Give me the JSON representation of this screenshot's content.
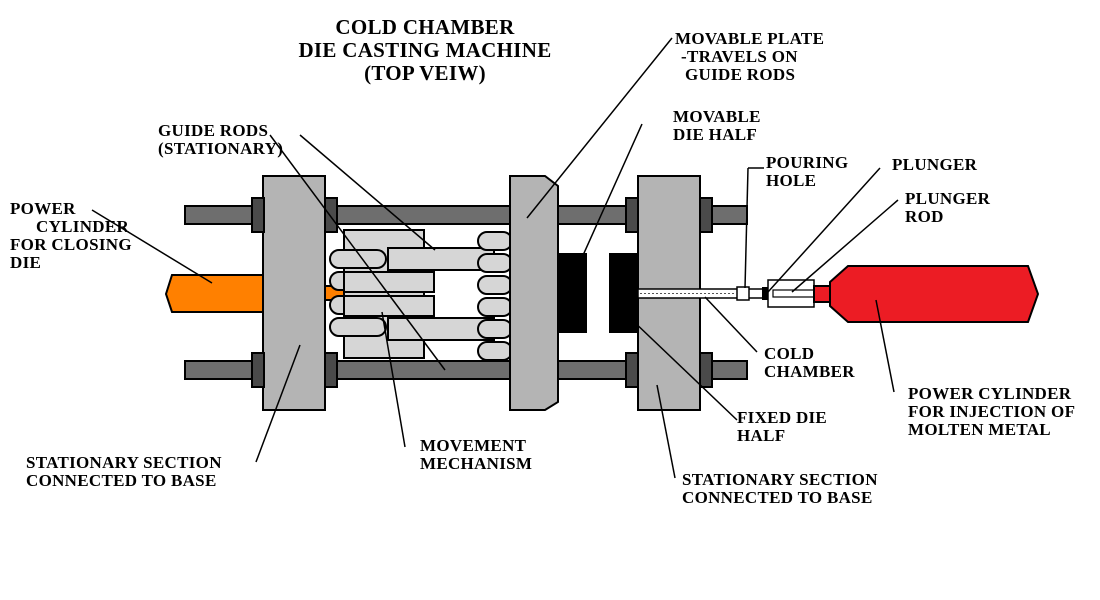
{
  "title": {
    "line1": "COLD CHAMBER",
    "line2": "DIE CASTING MACHINE",
    "line3": "(TOP VEIW)"
  },
  "labels": {
    "movable_plate": {
      "line1": "MOVABLE PLATE",
      "line2": "-TRAVELS ON",
      "line3": "GUIDE RODS"
    },
    "movable_die_half": {
      "line1": "MOVABLE",
      "line2": "DIE HALF"
    },
    "guide_rods": {
      "line1": "GUIDE RODS",
      "line2": "(STATIONARY)"
    },
    "pouring_hole": {
      "line1": "POURING",
      "line2": "HOLE"
    },
    "plunger": {
      "line1": "PLUNGER"
    },
    "plunger_rod": {
      "line1": "PLUNGER",
      "line2": "ROD"
    },
    "power_cylinder_closing": {
      "line1": "POWER",
      "line2": "CYLINDER",
      "line3": "FOR CLOSING",
      "line4": "DIE"
    },
    "cold_chamber": {
      "line1": "COLD",
      "line2": "CHAMBER"
    },
    "power_cylinder_injection": {
      "line1": "POWER CYLINDER",
      "line2": "FOR INJECTION OF",
      "line3": "MOLTEN METAL"
    },
    "fixed_die_half": {
      "line1": "FIXED DIE",
      "line2": "HALF"
    },
    "movement_mechanism": {
      "line1": "MOVEMENT",
      "line2": "MECHANISM"
    },
    "stationary_left": {
      "line1": "STATIONARY SECTION",
      "line2": "CONNECTED TO BASE"
    },
    "stationary_right": {
      "line1": "STATIONARY SECTION",
      "line2": "CONNECTED TO BASE"
    }
  },
  "colors": {
    "rod": "#6e6e6e",
    "plate": "#b4b4b4",
    "nut": "#4a4a4a",
    "link": "#d6d6d6",
    "die_block": "#000000",
    "closing_cylinder": "#ff8000",
    "injection_cylinder": "#ec1c24"
  }
}
